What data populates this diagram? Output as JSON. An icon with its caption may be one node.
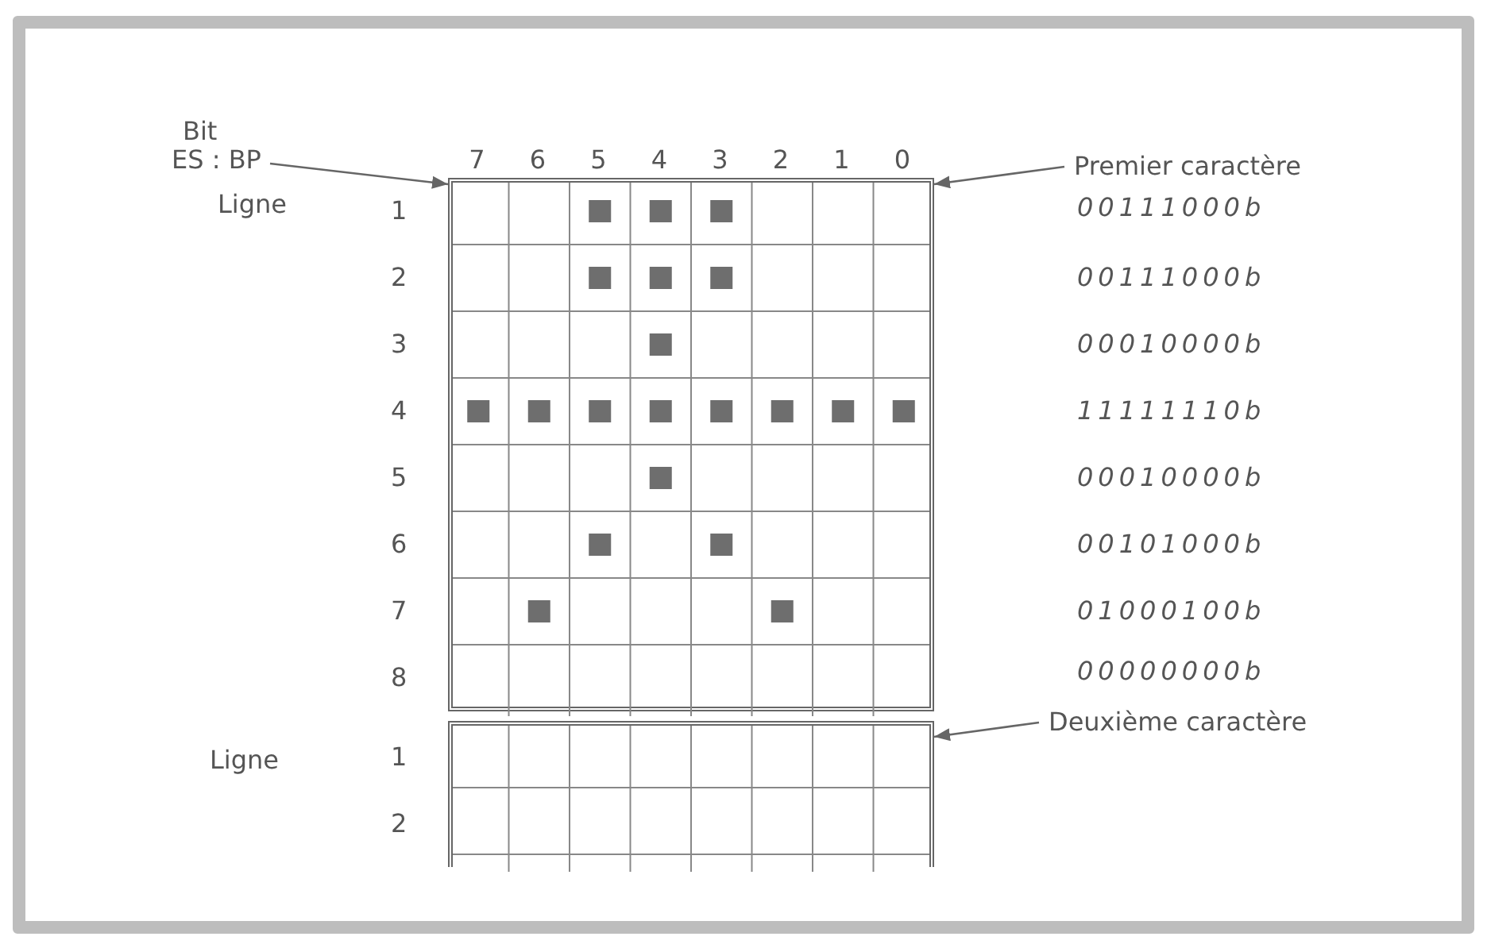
{
  "diagram": {
    "nodes": [
      {
        "text": [
          "ES : BP"
        ]
      },
      {
        "text": [],
        "shape": "box"
      },
      {
        "text": [
          "Premier caractère"
        ]
      },
      {
        "text": [],
        "shape": "box"
      },
      {
        "text": [
          "Deuxième caractère"
        ]
      }
    ],
    "edges": [
      {
        "from": 0,
        "to": 1,
        "arrow": "to"
      },
      {
        "from": 2,
        "to": 1,
        "arrow": "to"
      },
      {
        "from": 4,
        "to": 3,
        "arrow": "to"
      }
    ],
    "labels": [
      "Bit",
      "7",
      "6",
      "5",
      "4",
      "3",
      "2",
      "1",
      "0",
      "Ligne",
      "1",
      "2",
      "3",
      "4",
      "5",
      "6",
      "7",
      "8",
      "00111000b",
      "00111000b",
      "00010000b",
      "11111110b",
      "00010000b",
      "00101000b",
      "01000100b",
      "00000000b",
      "Ligne",
      "1",
      "2"
    ]
  }
}
